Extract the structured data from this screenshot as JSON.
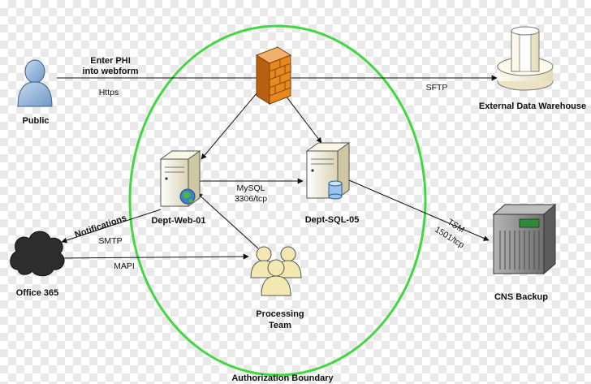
{
  "nodes": {
    "public": "Public",
    "dept_web": "Dept-Web-01",
    "dept_sql": "Dept-SQL-05",
    "warehouse": "External Data Warehouse",
    "office365": "Office 365",
    "processing_line1": "Processing",
    "processing_line2": "Team",
    "cns_backup": "CNS Backup",
    "boundary": "Authorization Boundary"
  },
  "edges": {
    "enter_phi_line1": "Enter PHI",
    "enter_phi_line2": "into webform",
    "https": "Https",
    "sftp": "SFTP",
    "mysql_line1": "MySQL",
    "mysql_line2": "3306/tcp",
    "notifications": "Notifications",
    "smtp": "SMTP",
    "mapi": "MAPI",
    "tsm_line1": "TSM",
    "tsm_line2": "1501/tcp"
  },
  "colors": {
    "boundary": "#44d644",
    "firewall": "#e8891f",
    "public_user": "#8fb2d8",
    "cloud": "#2d2d2d",
    "server": "#f2edd6",
    "people": "#f3e8b2",
    "backup": "#8d8d8d"
  },
  "icons": {
    "public": "user-icon",
    "firewall": "firewall-icon",
    "dept_web": "web-server-icon",
    "dept_sql": "database-server-icon",
    "warehouse": "data-warehouse-icon",
    "office365": "cloud-icon",
    "processing": "people-group-icon",
    "cns_backup": "backup-server-icon"
  }
}
